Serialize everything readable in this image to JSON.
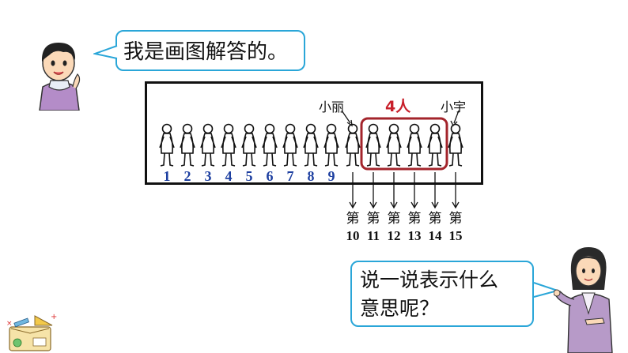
{
  "speech_top": "我是画图解答的。",
  "speech_bottom": "说一说表示什么\n意思呢？",
  "labels": {
    "xiaoli": "小丽",
    "xiaoyu": "小宇",
    "group": "4人"
  },
  "numbers": [
    "1",
    "2",
    "3",
    "4",
    "5",
    "6",
    "7",
    "8",
    "9"
  ],
  "ordinals": [
    {
      "prefix": "第",
      "n": "10"
    },
    {
      "prefix": "第",
      "n": "11"
    },
    {
      "prefix": "第",
      "n": "12"
    },
    {
      "prefix": "第",
      "n": "13"
    },
    {
      "prefix": "第",
      "n": "14"
    },
    {
      "prefix": "第",
      "n": "15"
    }
  ],
  "colors": {
    "numbers": "#1d3fa0",
    "group_box": "#a3242b",
    "group_label": "#c8202b",
    "bubble_border": "#2aa6d8"
  }
}
